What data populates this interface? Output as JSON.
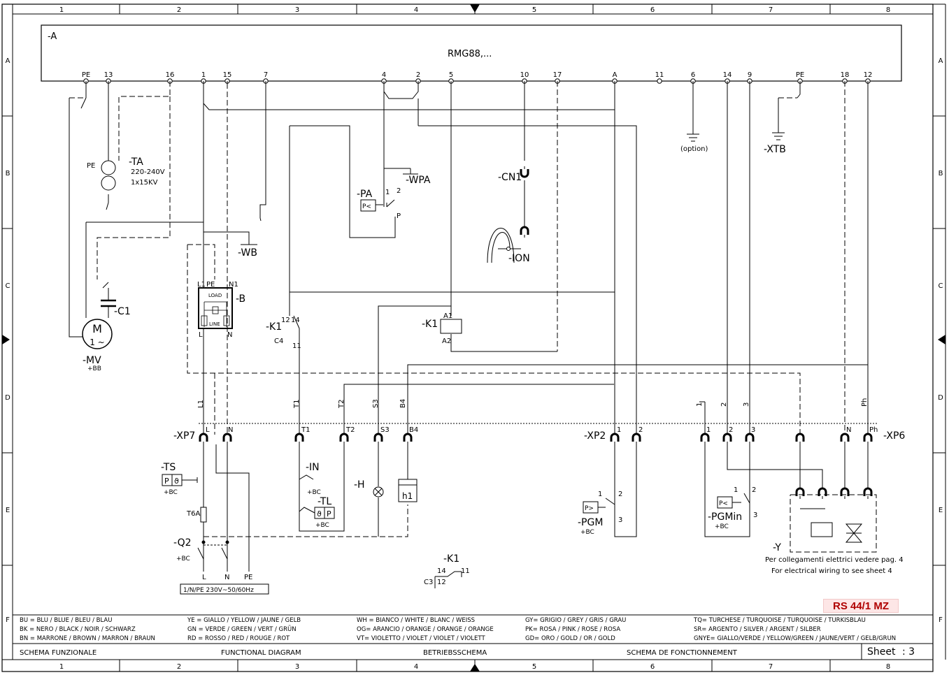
{
  "grid": {
    "columns": [
      "1",
      "2",
      "3",
      "4",
      "5",
      "6",
      "7",
      "8"
    ],
    "rows": [
      "A",
      "B",
      "C",
      "D",
      "E",
      "F"
    ]
  },
  "device": {
    "name": "-A",
    "model": "RMG88,...",
    "terminals": [
      "PE",
      "13",
      "16",
      "1",
      "15",
      "7",
      "4",
      "2",
      "5",
      "10",
      "17",
      "A",
      "11",
      "6",
      "14",
      "9",
      "PE",
      "18",
      "12"
    ]
  },
  "components": {
    "ta": "-TA",
    "ta_v": "220-240V",
    "ta_kv": "1x15KV",
    "ta_pe": "PE",
    "wpa": "-WPA",
    "pa": "-PA",
    "pa_sym": "P<",
    "pa_1": "1",
    "pa_2": "2",
    "pa_p": "P",
    "cn1": "-CN1",
    "ion": "-ION",
    "option": "(option)",
    "xtb": "-XTB",
    "wb": "-WB",
    "b": "-B",
    "b_l1": "L1",
    "b_pe": "PE",
    "b_n1": "N1",
    "b_load": "LOAD",
    "b_line": "LINE",
    "b_l": "L",
    "b_n": "N",
    "c1": "-C1",
    "m": "M",
    "m_phase": "1 ~",
    "mv": "-MV",
    "mv_sub": "+BB",
    "k1_coil": "-K1",
    "k1_a1": "A1",
    "k1_a2": "A2",
    "k1_contact": "-K1",
    "k1_c_12": "12",
    "k1_c_14": "14",
    "k1_c_11": "11",
    "k1_c4": "C4"
  },
  "wires": {
    "l1": "L1",
    "t1": "T1",
    "t2": "T2",
    "s3": "S3",
    "b4": "B4",
    "w1": "1",
    "w2": "2",
    "w3": "3",
    "ph": "Ph"
  },
  "connectors": {
    "xp7": "-XP7",
    "xp7_l": "L",
    "xp7_n": "N",
    "t1": "T1",
    "t2": "T2",
    "s3": "S3",
    "b4": "B4",
    "xp2": "-XP2",
    "xp2_1": "1",
    "xp2_2": "2",
    "xp6_1": "1",
    "xp6_2": "2",
    "xp6_3": "3",
    "xp6_n": "N",
    "xp6_ph": "Ph",
    "xp6": "-XP6"
  },
  "lower": {
    "ts": "-TS",
    "ts_p": "P",
    "ts_t": "ϑ",
    "ts_bc": "+BC",
    "t6a": "T6A",
    "q2": "-Q2",
    "q2_bc": "+BC",
    "l": "L",
    "n": "N",
    "pe": "PE",
    "supply": "1/N/PE 230V~50/60Hz",
    "in": "-IN",
    "in_bc": "+BC",
    "tl": "-TL",
    "tl_t": "ϑ",
    "tl_p": "P",
    "tl_bc": "+BC",
    "h": "-H",
    "h1": "h1",
    "pgm": "-PGM",
    "pgm_sym": "P>",
    "pgm_bc": "+BC",
    "pgm_1": "1",
    "pgm_2": "2",
    "pgm_3": "3",
    "pgmin": "-PGMin",
    "pgmin_sym": "P<",
    "pgmin_bc": "+BC",
    "pgmin_1": "1",
    "pgmin_2": "2",
    "pgmin_3": "3",
    "y": "-Y",
    "note_it": "Per collegamenti elettrici vedere pag. 4",
    "note_en": "For electrical wiring to see sheet 4",
    "k1": "-K1",
    "k1_14": "14",
    "k1_11": "11",
    "k1_12": "12",
    "k1_c3": "C3"
  },
  "title_badge": "RS 44/1 MZ",
  "legend": [
    [
      "BU = BLU / BLUE / BLEU / BLAU",
      "BK = NERO / BLACK / NOIR / SCHWARZ",
      "BN = MARRONE / BROWN / MARRON / BRAUN"
    ],
    [
      "YE = GIALLO / YELLOW / JAUNE / GELB",
      "GN = VERDE / GREEN / VERT / GRÜN",
      "RD = ROSSO / RED / ROUGE / ROT"
    ],
    [
      "WH = BIANCO / WHITE / BLANC / WEISS",
      "OG= ARANCIO / ORANGE / ORANGE / ORANGE",
      "VT= VIOLETTO / VIOLET / VIOLET / VIOLETT"
    ],
    [
      "GY= GRIGIO / GREY / GRIS / GRAU",
      "PK= ROSA / PINK / ROSE / ROSA",
      "GD= ORO / GOLD / OR / GOLD"
    ],
    [
      "TQ= TURCHESE / TURQUOISE / TURQUOISE / TURKISBLAU",
      "SR= ARGENTO / SILVER / ARGENT / SILBER",
      "GNYE= GIALLO/VERDE / YELLOW/GREEN / JAUNE/VERT / GELB/GRUN"
    ]
  ],
  "footer": {
    "it": "SCHEMA FUNZIONALE",
    "en": "FUNCTIONAL DIAGRAM",
    "de": "BETRIEBSSCHEMA",
    "fr": "SCHEMA DE FONCTIONNEMENT",
    "sheet_label": "Sheet",
    "sheet_no": ": 3"
  }
}
